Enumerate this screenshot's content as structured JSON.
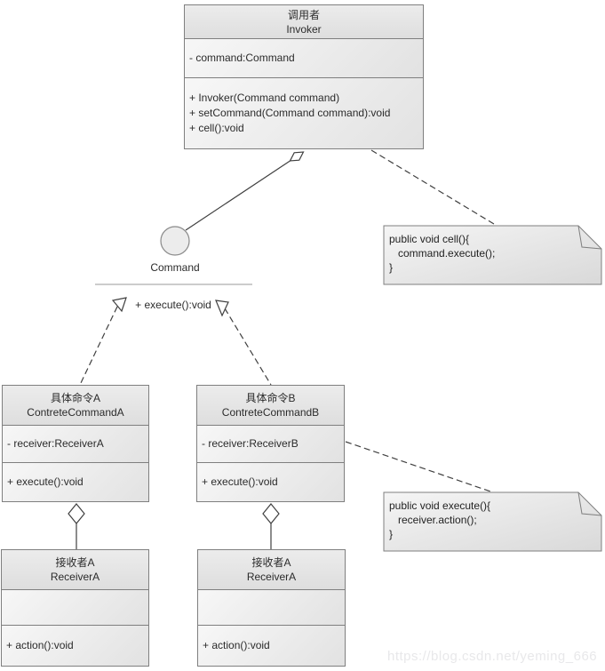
{
  "colors": {
    "background": "#ffffff",
    "box_border": "#7f7f7f",
    "box_header_fill": "#e7e7e7",
    "box_body_fill": "#efefef",
    "connector": "#404040",
    "note_fill_light": "#f5f5f5",
    "note_fill_dark": "#d9d9d9",
    "interface_circle_fill": "#ececec",
    "watermark": "#e8e8ea",
    "text": "#2b2b2b"
  },
  "invoker": {
    "title_zh": "调用者",
    "title_en": "Invoker",
    "attributes": [
      "- command:Command"
    ],
    "methods": [
      "+ Invoker(Command command)",
      "+ setCommand(Command command):void",
      "+ cell():void"
    ]
  },
  "command_interface": {
    "label": "Command",
    "operation": "+ execute():void"
  },
  "concrete_command_a": {
    "title_zh": "具体命令A",
    "title_en": "ContreteCommandA",
    "attributes": [
      "- receiver:ReceiverA"
    ],
    "methods": [
      "+ execute():void"
    ]
  },
  "concrete_command_b": {
    "title_zh": "具体命令B",
    "title_en": "ContreteCommandB",
    "attributes": [
      "- receiver:ReceiverB"
    ],
    "methods": [
      "+ execute():void"
    ]
  },
  "receiver_a": {
    "title_zh": "接收者A",
    "title_en": "ReceiverA",
    "attributes": [],
    "methods": [
      "+ action():void"
    ]
  },
  "receiver_b": {
    "title_zh": "接收者A",
    "title_en": "ReceiverA",
    "attributes": [],
    "methods": [
      "+ action():void"
    ]
  },
  "note_cell": {
    "lines": [
      "public void cell(){",
      "   command.execute();",
      "}"
    ]
  },
  "note_execute": {
    "lines": [
      "public void execute(){",
      "   receiver.action();",
      "}"
    ]
  },
  "watermark": "https://blog.csdn.net/yeming_666"
}
